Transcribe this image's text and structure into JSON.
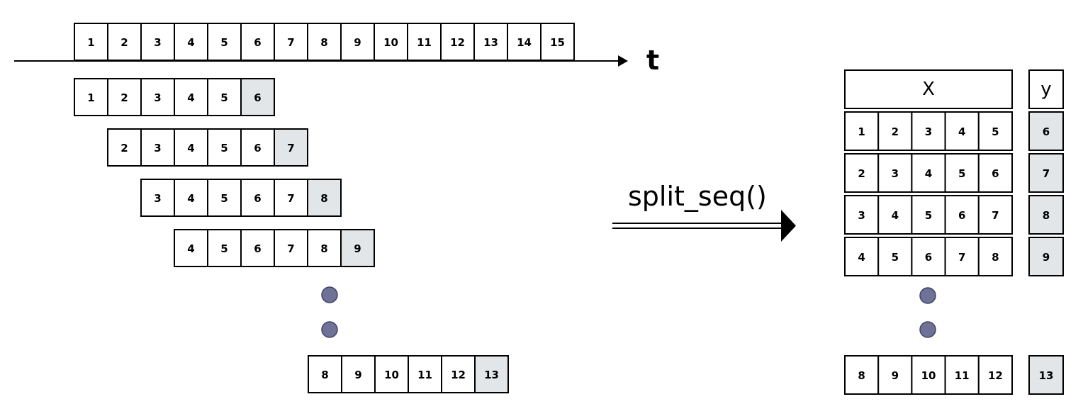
{
  "timeline": {
    "axis_label": "t",
    "values": [
      "1",
      "2",
      "3",
      "4",
      "5",
      "6",
      "7",
      "8",
      "9",
      "10",
      "11",
      "12",
      "13",
      "14",
      "15"
    ]
  },
  "windows": [
    {
      "inputs": [
        "1",
        "2",
        "3",
        "4",
        "5"
      ],
      "target": "6"
    },
    {
      "inputs": [
        "2",
        "3",
        "4",
        "5",
        "6"
      ],
      "target": "7"
    },
    {
      "inputs": [
        "3",
        "4",
        "5",
        "6",
        "7"
      ],
      "target": "8"
    },
    {
      "inputs": [
        "4",
        "5",
        "6",
        "7",
        "8"
      ],
      "target": "9"
    },
    {
      "inputs": [
        "8",
        "9",
        "10",
        "11",
        "12"
      ],
      "target": "13"
    }
  ],
  "transform": {
    "label": "split_seq()"
  },
  "output": {
    "x_header": "X",
    "y_header": "y",
    "rows": [
      {
        "x": [
          "1",
          "2",
          "3",
          "4",
          "5"
        ],
        "y": "6"
      },
      {
        "x": [
          "2",
          "3",
          "4",
          "5",
          "6"
        ],
        "y": "7"
      },
      {
        "x": [
          "3",
          "4",
          "5",
          "6",
          "7"
        ],
        "y": "8"
      },
      {
        "x": [
          "4",
          "5",
          "6",
          "7",
          "8"
        ],
        "y": "9"
      },
      {
        "x": [
          "8",
          "9",
          "10",
          "11",
          "12"
        ],
        "y": "13"
      }
    ]
  },
  "colors": {
    "target_fill": "#e2e6e8",
    "dot_fill": "#6f7196",
    "stroke": "#000000"
  }
}
